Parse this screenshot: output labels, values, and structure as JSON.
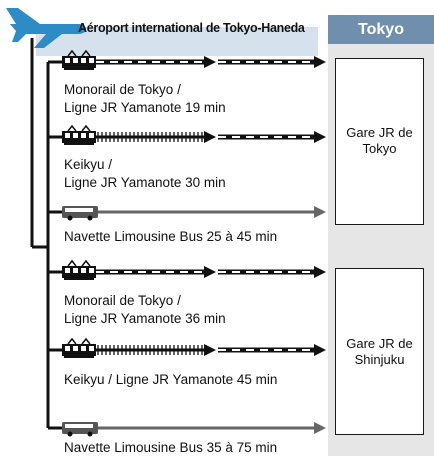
{
  "origin": {
    "label": "Aéroport international de Tokyo-Haneda",
    "icon": "airplane-icon",
    "color": "#2d8cc6"
  },
  "destination_city": {
    "label": "Tokyo",
    "header_color": "#6f8fad"
  },
  "stations": [
    {
      "id": "tokyo",
      "label": "Gare JR de Tokyo"
    },
    {
      "id": "shinjuku",
      "label": "Gare JR de Shinjuku"
    }
  ],
  "routes": [
    {
      "mode": "monorail-train",
      "label": "Monorail de Tokyo / Ligne JR Yamanote 19 min",
      "label_lines": [
        "Monorail de Tokyo /",
        "Ligne JR Yamanote 19 min"
      ],
      "to": "tokyo"
    },
    {
      "mode": "keikyu-train",
      "label": "Keikyu / Ligne JR Yamanote 30 min",
      "label_lines": [
        "Keikyu /",
        "Ligne JR Yamanote 30 min"
      ],
      "to": "tokyo"
    },
    {
      "mode": "bus",
      "label": "Navette Limousine Bus 25 à 45 min",
      "label_lines": [
        "Navette Limousine Bus 25 à 45 min"
      ],
      "to": "tokyo"
    },
    {
      "mode": "monorail-train",
      "label": "Monorail de Tokyo / Ligne JR Yamanote 36 min",
      "label_lines": [
        "Monorail de Tokyo /",
        "Ligne JR Yamanote 36 min"
      ],
      "to": "shinjuku"
    },
    {
      "mode": "keikyu-train",
      "label": "Keikyu / Ligne JR Yamanote 45 min",
      "label_lines": [
        "Keikyu / Ligne JR Yamanote 45 min"
      ],
      "to": "shinjuku"
    },
    {
      "mode": "bus",
      "label": "Navette Limousine Bus 35 à 75 min",
      "label_lines": [
        "Navette Limousine Bus 35 à 75 min"
      ],
      "to": "shinjuku"
    }
  ]
}
